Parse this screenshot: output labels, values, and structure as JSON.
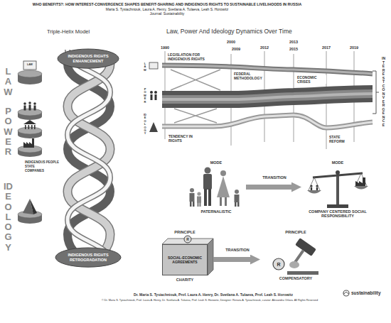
{
  "diagram": {
    "title": "WHO BENEFITS?: HOW INTEREST-CONVERGENCE SHAPES BENEFIT-SHARING AND INDIGENOUS RIGHTS TO SUSTAINABLE LIVELIHOODS IN RUSSIA",
    "nodes": [
      {
        "text": [
          "INDIGENOUS RIGHTS ENHANCEMENT"
        ]
      },
      {
        "text": [
          "INDIGENOUS RIGHTS RETROGRADATION"
        ]
      },
      {
        "text": [
          "MODE",
          "PATERNALISTIC"
        ]
      },
      {
        "text": [
          "MODE",
          "COMPANY CENTERED SOCIAL RESPONSIBILITY"
        ]
      },
      {
        "text": [
          "PRINCIPLE",
          "SOCIAL-ECONOMIC AGREEMENTS",
          "CHARITY"
        ]
      },
      {
        "text": [
          "PRINCIPLE",
          "COMPENSATORY"
        ]
      }
    ],
    "edges": [
      {
        "from": 2,
        "to": 3,
        "label": "TRANSITION",
        "arrow": "to"
      },
      {
        "from": 4,
        "to": 5,
        "label": "TRANSITION",
        "arrow": "to"
      }
    ],
    "labels": [
      "Maria S. Tysiachniouk, Laura A. Henry, Svetlana A. Tulaeva, Leah S. Horowitz",
      "Journal: Sustainability",
      "Triple-Helix Model",
      "Law, Power And Ideology Dynamics Over Time",
      "LAW",
      "POWER",
      "IDEOLOGY",
      "LAW",
      "INDIGENOUS PEOPLE",
      "STATE",
      "COMPANIES",
      "1990",
      "2000",
      "2009",
      "2012",
      "2013",
      "2015",
      "2017",
      "2019",
      "LEGISLATION FOR INDIGENOUS RIGHTS",
      "LAW",
      "POWER",
      "IDEOLOGY",
      "FEDERAL METHODOLOGY",
      "ECONOMIC CRISES",
      "TENDENCY IN RIGHTS",
      "STATE REFORM",
      "INTEREST CONVERGENCE",
      "R",
      "R",
      "Dr. Maria S. Tysiachniouk, Prof. Laura A. Henry, Dr. Svetlana A. Tulaeva, Prof. Leah S. Horowitz",
      "© Dr. Maria S. Tysiachniouk, Prof. Laura A. Henry, Dr. Svetlana A. Tulaeva, Prof. Leah S. Horowitz, Designer: Renata A. Tysiachniouk, curator: Alexandra Orlova. All Rights Reserved",
      "sustainability"
    ]
  }
}
